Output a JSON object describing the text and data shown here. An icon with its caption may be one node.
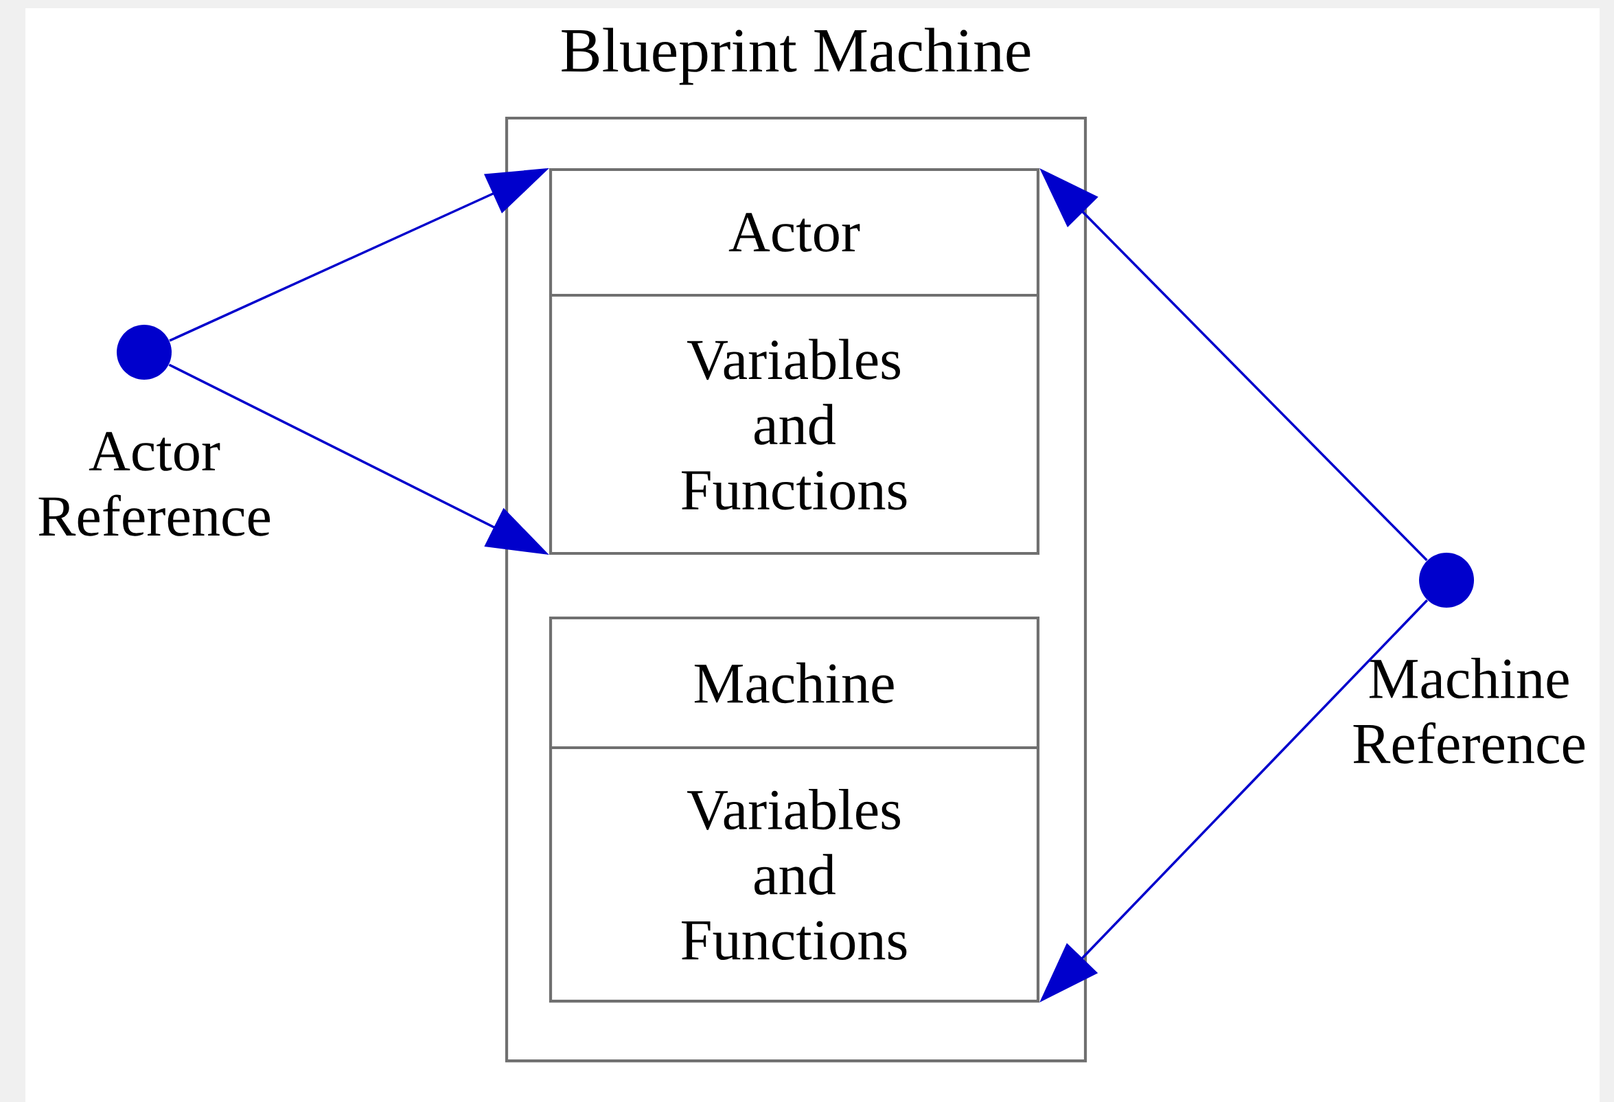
{
  "diagram": {
    "nodes": [
      {
        "text": [
          "Blueprint Machine"
        ]
      },
      {
        "text": [
          "Actor",
          "Variables and Functions"
        ],
        "in": 0
      },
      {
        "text": [
          "Machine",
          "Variables and Functions"
        ],
        "in": 0
      },
      {
        "text": [],
        "shape": "circle",
        "beside": [
          "Actor Reference"
        ]
      },
      {
        "text": [],
        "shape": "circle",
        "beside": [
          "Machine Reference"
        ]
      }
    ],
    "edges": [
      {
        "from": 3,
        "to": 1,
        "arrow": "to"
      },
      {
        "from": 3,
        "to": 1,
        "arrow": "to"
      },
      {
        "from": 4,
        "to": 1,
        "arrow": "to"
      },
      {
        "from": 4,
        "to": 2,
        "arrow": "to"
      }
    ]
  }
}
